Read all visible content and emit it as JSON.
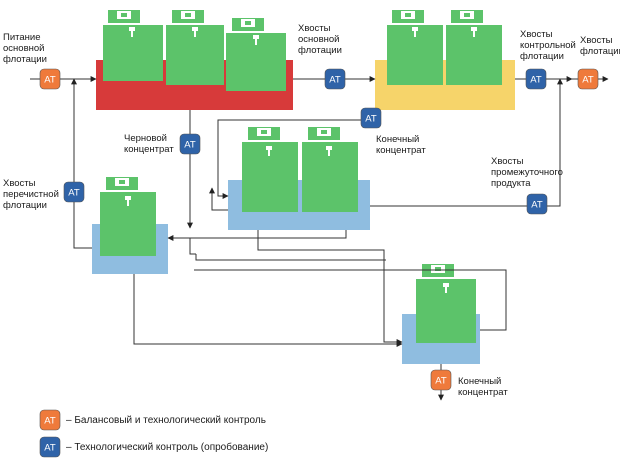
{
  "labels": {
    "feed": "Питание\nосновной\nфлотации",
    "tails_main": "Хвосты\nосновной\nфлотации",
    "tails_control": "Хвосты\nконтрольной\nфлотации",
    "tails_flot": "Хвосты\nфлотации",
    "rough_conc": "Черновой\nконцентрат",
    "final_conc_1": "Конечный\nконцентрат",
    "tails_intermediate": "Хвосты\nпромежуточного\nпродукта",
    "tails_cleaner": "Хвосты\nперечистной\nфлотации",
    "final_conc_2": "Конечный\nконцентрат"
  },
  "badge_text": "AT",
  "legend": {
    "balance": "– Балансовый и технологический контроль",
    "tech": "– Технологический контроль (опробование)"
  },
  "colors": {
    "orange": "#ef7a3b",
    "blue": "#2f63a8",
    "red": "#d73a3a",
    "yellow": "#f6d46a",
    "lightblue": "#8fbde0",
    "green": "#5cc36a",
    "line": "#333333"
  }
}
